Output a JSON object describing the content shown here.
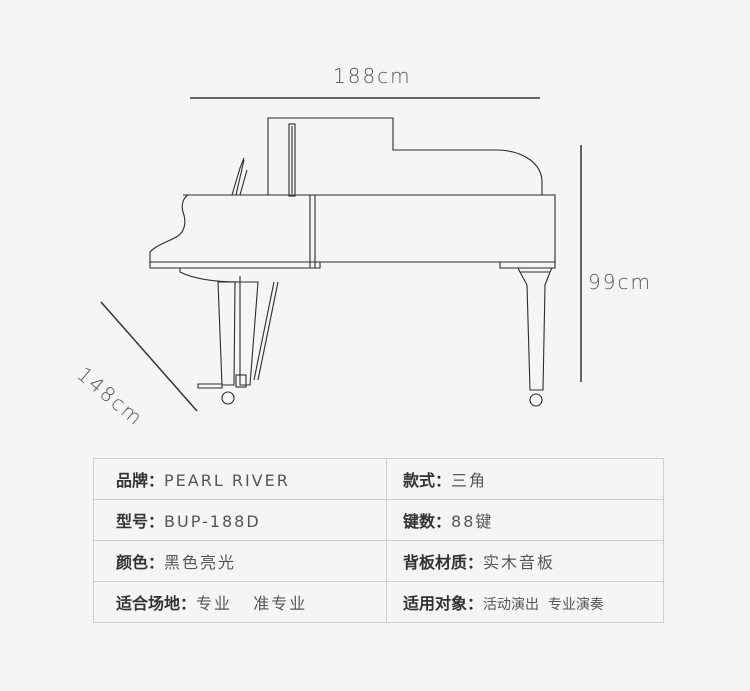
{
  "dimensions": {
    "width": "188cm",
    "height": "99cm",
    "depth": "148cm"
  },
  "specs": [
    [
      {
        "key": "品牌：",
        "value": "PEARL RIVER"
      },
      {
        "key": "款式：",
        "value": "三角"
      }
    ],
    [
      {
        "key": "型号：",
        "value": "BUP-188D"
      },
      {
        "key": "键数：",
        "value": "88键"
      }
    ],
    [
      {
        "key": "颜色：",
        "value": "黑色亮光"
      },
      {
        "key": "背板材质：",
        "value": "实木音板"
      }
    ],
    [
      {
        "key": "适合场地：",
        "value": "专业   准专业"
      },
      {
        "key": "适用对象：",
        "value": "活动演出  专业演奏"
      }
    ]
  ]
}
